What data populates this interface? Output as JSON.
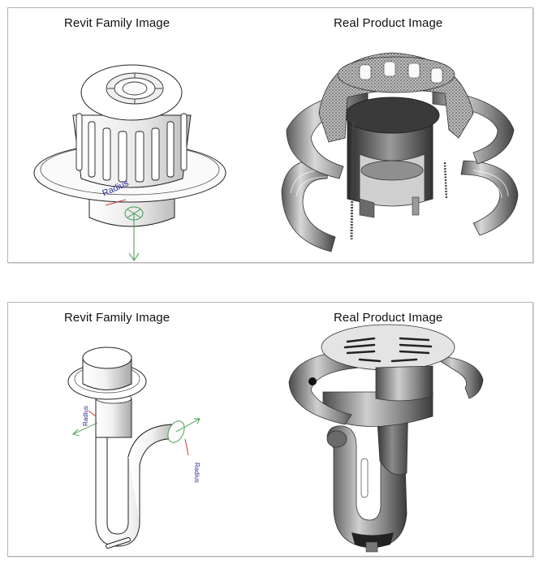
{
  "panels": [
    {
      "id": "roof-drain-dome",
      "left": {
        "caption": "Revit Family Image",
        "annotation": "Radius"
      },
      "right": {
        "caption": "Real Product Image"
      }
    },
    {
      "id": "drain-with-p-trap",
      "left": {
        "caption": "Revit Family Image",
        "annotations": [
          "Radius",
          "Radius"
        ]
      },
      "right": {
        "caption": "Real Product Image"
      }
    }
  ],
  "colors": {
    "border": "#b4b4b4",
    "annotation_text": "#2b2f9a",
    "annotation_dim": "#d23a3a",
    "axis_green": "#3f9a4a"
  }
}
